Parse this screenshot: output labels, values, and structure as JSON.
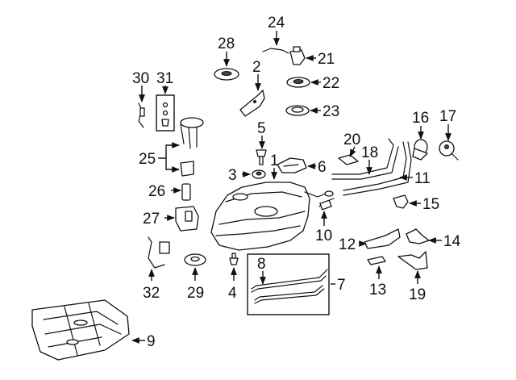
{
  "diagram": {
    "callouts": [
      {
        "id": "n1",
        "label": "1"
      },
      {
        "id": "n2",
        "label": "2"
      },
      {
        "id": "n3",
        "label": "3"
      },
      {
        "id": "n4",
        "label": "4"
      },
      {
        "id": "n5",
        "label": "5"
      },
      {
        "id": "n6",
        "label": "6"
      },
      {
        "id": "n7",
        "label": "7"
      },
      {
        "id": "n8",
        "label": "8"
      },
      {
        "id": "n9",
        "label": "9"
      },
      {
        "id": "n10",
        "label": "10"
      },
      {
        "id": "n11",
        "label": "11"
      },
      {
        "id": "n12",
        "label": "12"
      },
      {
        "id": "n13",
        "label": "13"
      },
      {
        "id": "n14",
        "label": "14"
      },
      {
        "id": "n15",
        "label": "15"
      },
      {
        "id": "n16",
        "label": "16"
      },
      {
        "id": "n17",
        "label": "17"
      },
      {
        "id": "n18",
        "label": "18"
      },
      {
        "id": "n19",
        "label": "19"
      },
      {
        "id": "n20",
        "label": "20"
      },
      {
        "id": "n21",
        "label": "21"
      },
      {
        "id": "n22",
        "label": "22"
      },
      {
        "id": "n23",
        "label": "23"
      },
      {
        "id": "n24",
        "label": "24"
      },
      {
        "id": "n25",
        "label": "25"
      },
      {
        "id": "n26",
        "label": "26"
      },
      {
        "id": "n27",
        "label": "27"
      },
      {
        "id": "n28",
        "label": "28"
      },
      {
        "id": "n29",
        "label": "29"
      },
      {
        "id": "n30",
        "label": "30"
      },
      {
        "id": "n31",
        "label": "31"
      },
      {
        "id": "n32",
        "label": "32"
      }
    ]
  }
}
